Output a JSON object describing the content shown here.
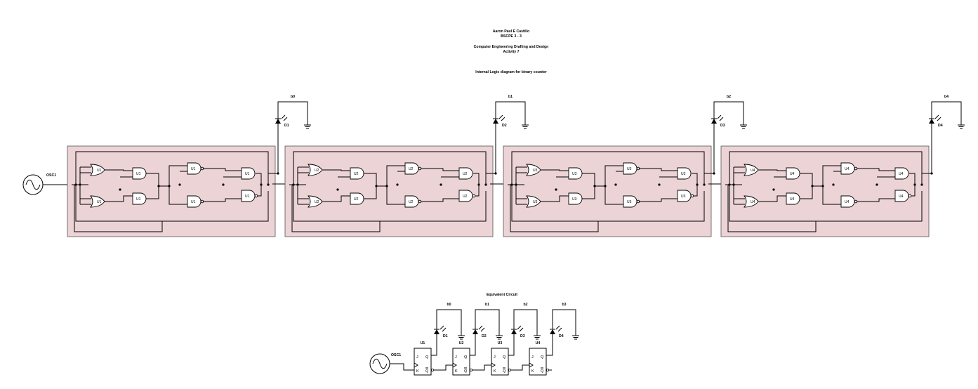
{
  "header": {
    "author": "Aaron Paul E Castillo",
    "section": "BSCPE 3 - 3",
    "course": "Computer Engineering Drafting and Design",
    "activity": "Activity 7",
    "diagram_title": "Internal Logic diagram for binary counter"
  },
  "oscillator_label": "OSC1",
  "stages": [
    {
      "unit": "U1",
      "bit": "b0",
      "led": "D1"
    },
    {
      "unit": "U2",
      "bit": "b1",
      "led": "D2"
    },
    {
      "unit": "U3",
      "bit": "b2",
      "led": "D3"
    },
    {
      "unit": "U4",
      "bit": "b4",
      "led": "D4"
    }
  ],
  "equivalent": {
    "title": "Equivalent Circuit",
    "oscillator_label": "OSC1",
    "flipflops": [
      {
        "unit": "U1",
        "bit": "b0",
        "led": "D1"
      },
      {
        "unit": "U2",
        "bit": "b1",
        "led": "D2"
      },
      {
        "unit": "U3",
        "bit": "b2",
        "led": "D3"
      },
      {
        "unit": "U4",
        "bit": "b3",
        "led": "D4"
      }
    ],
    "pins": {
      "j": "J",
      "k": "K",
      "q": "Q",
      "qbar": "Q"
    }
  },
  "colors": {
    "block_fill": "#ecd3d6",
    "wire": "#000000"
  }
}
